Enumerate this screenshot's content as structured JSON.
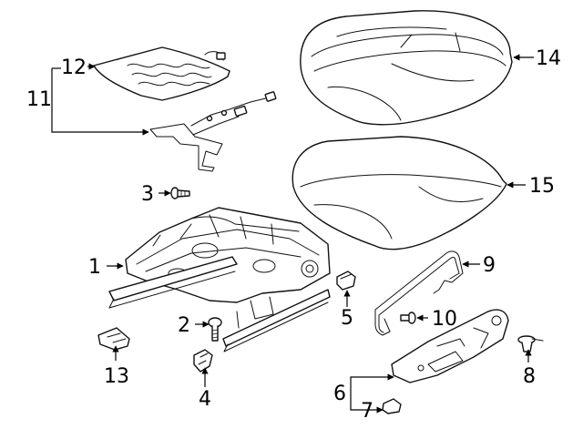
{
  "diagram": {
    "parts": [
      {
        "number": "1"
      },
      {
        "number": "2"
      },
      {
        "number": "3"
      },
      {
        "number": "4"
      },
      {
        "number": "5"
      },
      {
        "number": "6"
      },
      {
        "number": "7"
      },
      {
        "number": "8"
      },
      {
        "number": "9"
      },
      {
        "number": "10"
      },
      {
        "number": "11"
      },
      {
        "number": "12"
      },
      {
        "number": "13"
      },
      {
        "number": "14"
      },
      {
        "number": "15"
      }
    ]
  }
}
